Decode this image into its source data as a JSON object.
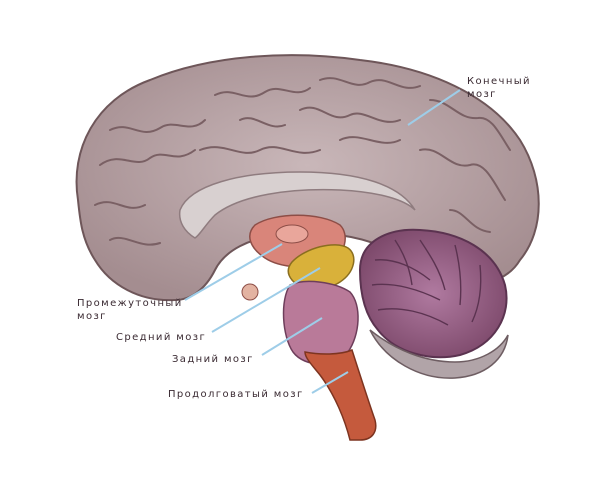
{
  "labels": {
    "telencephalon": {
      "line1": "Конечный",
      "line2": "мозг"
    },
    "diencephalon": {
      "line1": "Промежуточный",
      "line2": "мозг"
    },
    "mesencephalon": "Средний мозг",
    "metencephalon": "Задний мозг",
    "myelencephalon": "Продолговатый мозг"
  },
  "colors": {
    "cortex": "#b8a3a6",
    "cortex_dark": "#7e6468",
    "corpus_callosum": "#d8d0d0",
    "diencephalon": "#d9857a",
    "midbrain": "#d9b13a",
    "pons": "#b97a99",
    "cerebellum": "#9a5d86",
    "medulla": "#c55a3d",
    "pointer": "#9ecde8"
  }
}
